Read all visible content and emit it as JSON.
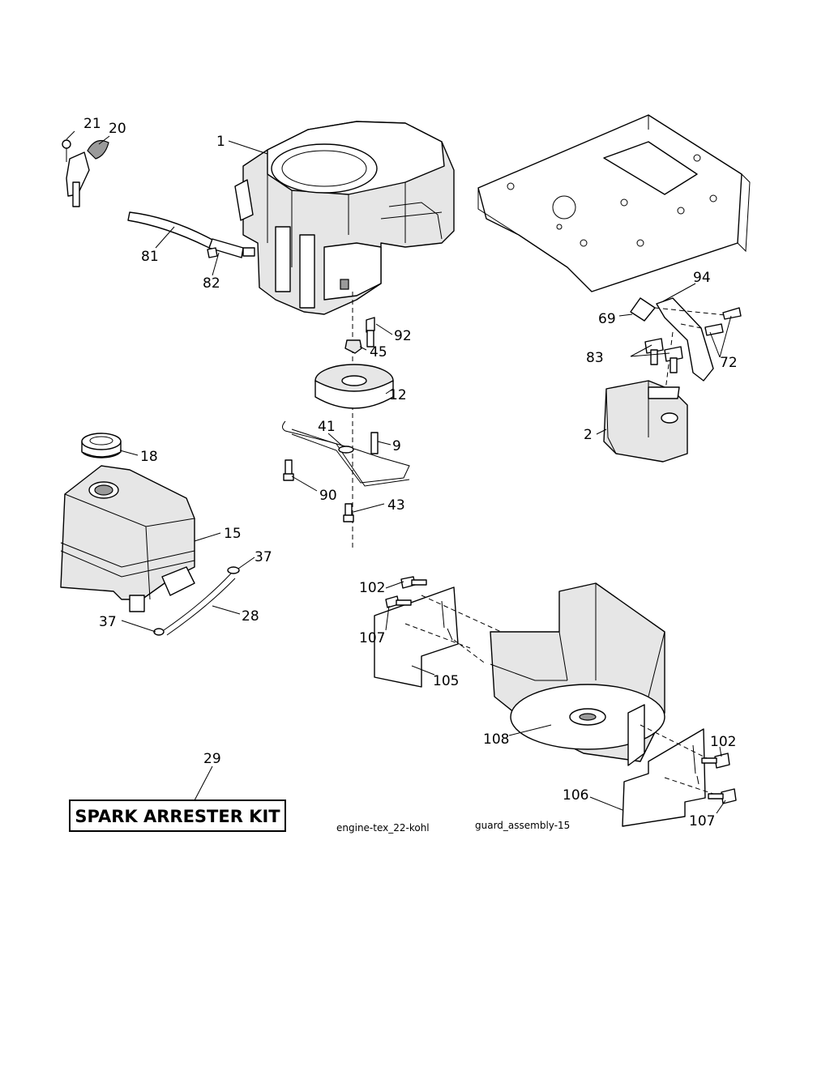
{
  "callouts": {
    "c1": "1",
    "c2": "2",
    "c9": "9",
    "c12": "12",
    "c15": "15",
    "c18": "18",
    "c20": "20",
    "c21": "21",
    "c28": "28",
    "c29": "29",
    "c37a": "37",
    "c37b": "37",
    "c41": "41",
    "c43": "43",
    "c45": "45",
    "c69": "69",
    "c72": "72",
    "c81": "81",
    "c82": "82",
    "c83": "83",
    "c90": "90",
    "c92": "92",
    "c94": "94",
    "c102a": "102",
    "c102b": "102",
    "c105": "105",
    "c106": "106",
    "c107a": "107",
    "c107b": "107",
    "c108": "108"
  },
  "kit_label": "SPARK ARRESTER KIT",
  "refs": {
    "engine": "engine-tex_22-kohl",
    "guard": "guard_assembly-15"
  }
}
